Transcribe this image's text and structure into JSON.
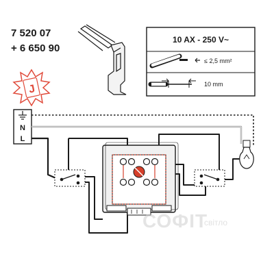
{
  "product_refs": [
    "7 520 07",
    "+ 6 650 90"
  ],
  "ratings_box": {
    "title": "10 AX - 250 V~",
    "wire_cross_section": "≤ 2,5 mm²",
    "strip_length": "10 mm"
  },
  "terminal_block": {
    "earth_symbol": "earth-ground-icon",
    "labels": [
      "N",
      "L"
    ]
  },
  "hot_tag_letter": "J",
  "watermark": {
    "brand": "СОФІТ",
    "sub": "світло"
  },
  "colors": {
    "line": "#1a1a1a",
    "gray_wire": "#9a9a9a",
    "accent_red": "#d6402b",
    "burst_red": "#e04a3a",
    "device_fill": "#f1f1f1",
    "watermark": "#cfcfcf"
  }
}
